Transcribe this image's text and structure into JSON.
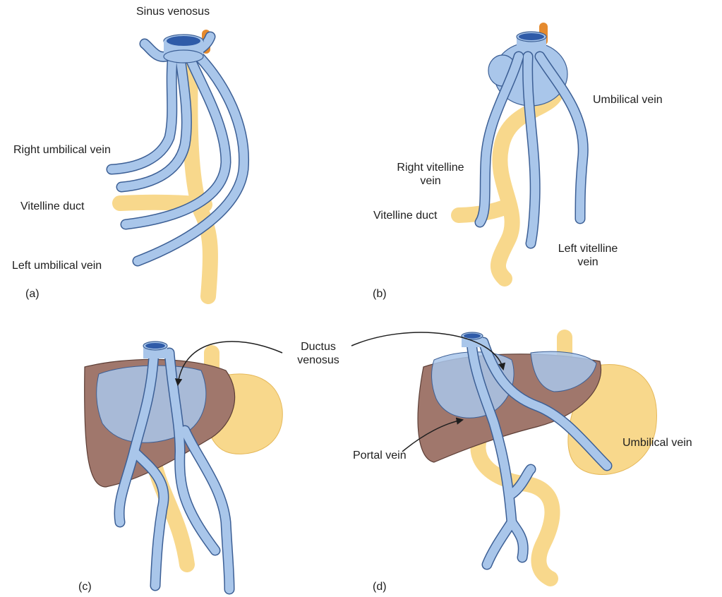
{
  "colors": {
    "vein_fill": "#a9c6ea",
    "vein_edge": "#3c5f95",
    "vein_lumen": "#2f5ba8",
    "duct_fill": "#f8d88c",
    "duct_edge": "#e5b85a",
    "liver_fill": "#a0776c",
    "liver_light": "#c4968a",
    "artery": "#e58a2e",
    "label_text": "#1e1e1e"
  },
  "panels": {
    "a": {
      "letter": "(a)",
      "sinus_venosus": "Sinus venosus",
      "right_umbilical_vein": "Right umbilical vein",
      "vitelline_duct": "Vitelline duct",
      "left_umbilical_vein": "Left umbilical vein"
    },
    "b": {
      "letter": "(b)",
      "umbilical_vein": "Umbilical vein",
      "right_vitelline_vein_line1": "Right vitelline",
      "right_vitelline_vein_line2": "vein",
      "vitelline_duct": "Vitelline duct",
      "left_vitelline_vein_line1": "Left vitelline",
      "left_vitelline_vein_line2": "vein"
    },
    "c": {
      "letter": "(c)"
    },
    "d": {
      "letter": "(d)",
      "portal_vein": "Portal vein",
      "umbilical_vein": "Umbilical vein"
    }
  },
  "shared": {
    "ductus_venosus_line1": "Ductus",
    "ductus_venosus_line2": "venosus"
  }
}
